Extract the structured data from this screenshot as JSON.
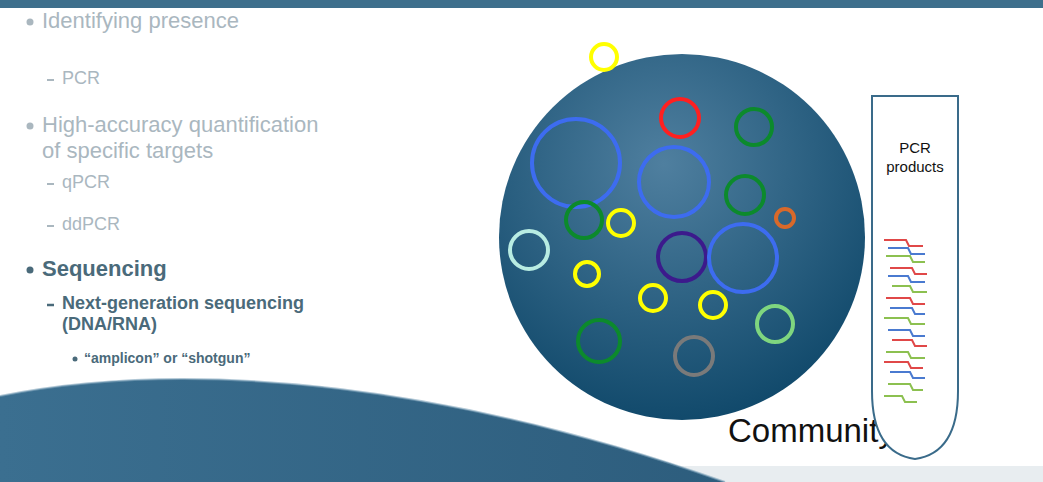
{
  "diagram": {
    "nodes": [
      {
        "text": [
          "PCR products"
        ]
      }
    ],
    "labels": [
      "Identifying presence",
      "PCR",
      "High-accuracy quantification of specific targets",
      "qPCR",
      "ddPCR",
      "Sequencing",
      "Next-generation sequencing (DNA/RNA)",
      "“amplicon” or “shotgun”",
      "Community"
    ]
  }
}
